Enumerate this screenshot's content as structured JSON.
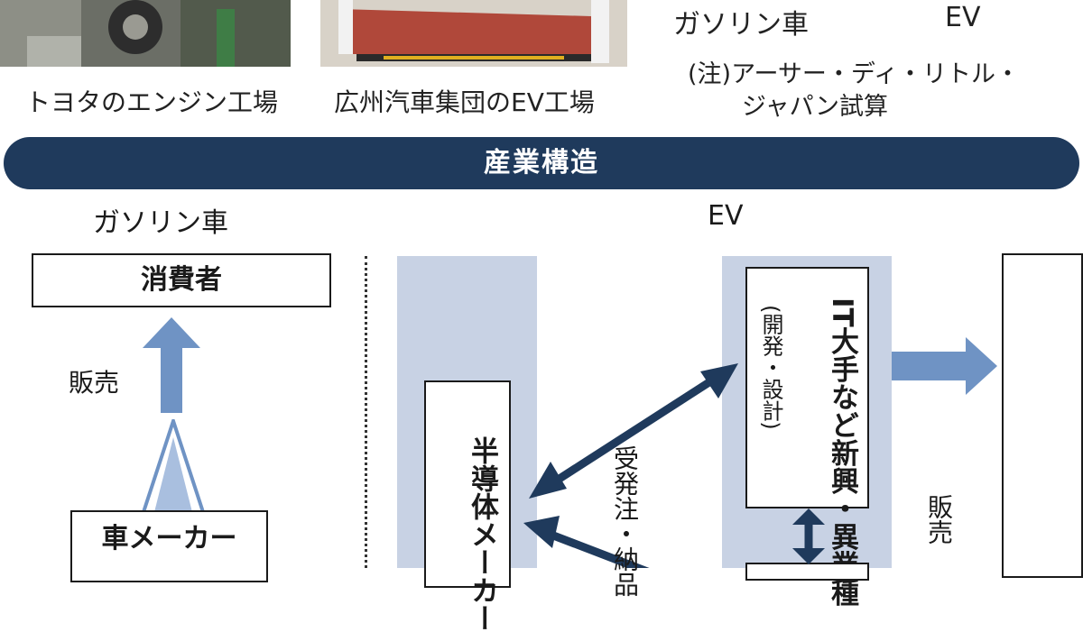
{
  "photos": {
    "left_caption": "トヨタのエンジン工場",
    "middle_caption": "広州汽車集団のEV工場"
  },
  "top_right": {
    "label_gasoline": "ガソリン車",
    "label_ev": "EV",
    "note_line1": "(注)アーサー・ディ・リトル・",
    "note_line2": "ジャパン試算"
  },
  "banner": {
    "title": "産業構造"
  },
  "gasoline": {
    "heading": "ガソリン車",
    "consumer": "消費者",
    "sales_label": "販売",
    "maker": "車メーカー"
  },
  "ev": {
    "heading": "EV",
    "semiconductor": "半導体メーカー",
    "it_title": "IT大手など新興・異業種",
    "it_note": "(開発・設計)",
    "order_label": "受発注・納品",
    "sales_label": "販売"
  },
  "colors": {
    "banner": "#1f3a5c",
    "arrow_dark": "#1f3a5c",
    "arrow_light": "#6f93c4",
    "band": "#c8d2e4"
  }
}
